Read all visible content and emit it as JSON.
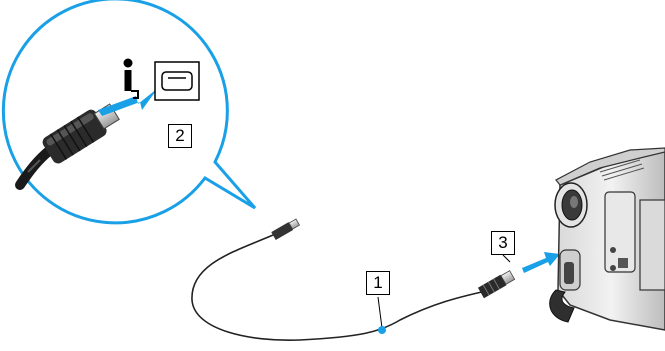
{
  "callouts": {
    "cable": "1",
    "port": "2",
    "camera": "3"
  },
  "icons": {
    "ilink": "i-link-icon",
    "port": "ieee1394-port-icon",
    "camera": "video-camera-icon",
    "arrow": "insert-arrow-icon"
  },
  "colors": {
    "arrow": "#1aa0e6",
    "callout_circle": "#1aa0e6",
    "cable": "#222222",
    "connector": "#2a2a2a"
  }
}
